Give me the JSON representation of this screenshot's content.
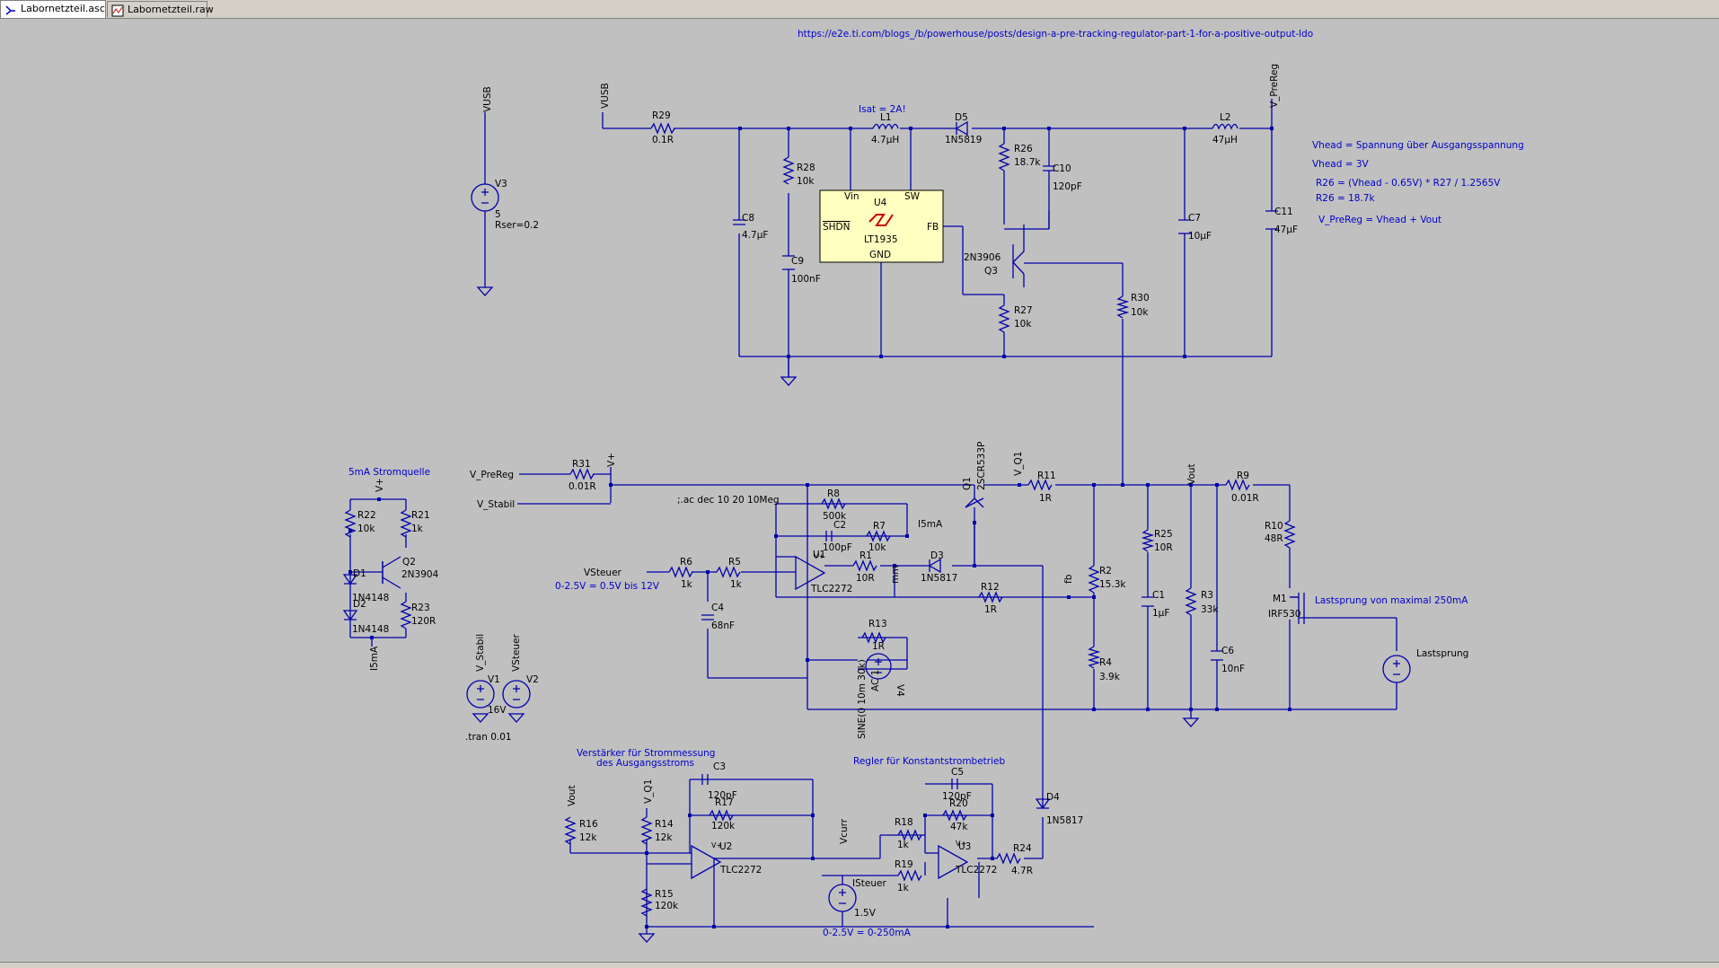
{
  "tabs": [
    {
      "label": "Labornetzteil.asc",
      "icon": "schematic-icon",
      "active": true
    },
    {
      "label": "Labornetzteil.raw",
      "icon": "waveform-icon",
      "active": false
    }
  ],
  "labels": {
    "url": "https://e2e.ti.com/blogs_/b/powerhouse/posts/design-a-pre-tracking-regulator-part-1-for-a-positive-output-ldo",
    "isat": "Isat = 2A!",
    "vhead_desc": "Vhead = Spannung über Ausgangsspannung",
    "vhead": "Vhead = 3V",
    "r26_formula": "R26 = (Vhead - 0.65V) * R27  / 1.2565V",
    "r26_val": "R26 = 18.7k",
    "vprereg_formula": "V_PreReg = Vhead + Vout",
    "stromquelle": "5mA Stromquelle",
    "vsteuer_range": "0-2.5V = 0.5V bis 12V",
    "lastsprung": "Lastsprung von maximal 250mA",
    "verstaerker1": "Verstärker für Strommessung",
    "verstaerker2": "des Ausgangsstroms",
    "regler": "Regler für Konstantstrombetrieb",
    "isteuer_range": "0-2.5V = 0-250mA",
    "ac_directive": ";.ac dec 10 20 10Meg",
    "tran_directive": ".tran 0.01"
  },
  "nets": {
    "vusb": "VUSB",
    "vusb2": "VUSB",
    "vprereg_top": "V_PreReg",
    "vprereg": "V_PreReg",
    "vstabil": "V_Stabil",
    "vplus": "V+",
    "vplus2": "V+",
    "vplus3": "V+",
    "vplus4": "V+",
    "vplus5": "V+",
    "vq1": "V_Q1",
    "vq1b": "V_Q1",
    "vout": "Vout",
    "vout2": "Vout",
    "vsteuer": "VSteuer",
    "vsteuer2": "VSteuer",
    "vstabil2": "V_Stabil",
    "i5ma": "I5mA",
    "i5ma2": "I5mA",
    "fb": "fb",
    "mm": "mm",
    "vcurr": "Vcurr",
    "isteuer": "ISteuer"
  },
  "components": {
    "v3": {
      "name": "V3",
      "value": "5",
      "param": "Rser=0.2"
    },
    "r29": {
      "name": "R29",
      "value": "0.1R"
    },
    "l1": {
      "name": "L1",
      "value": "4.7µH"
    },
    "d5": {
      "name": "D5",
      "value": "1N5819"
    },
    "l2": {
      "name": "L2",
      "value": "47µH"
    },
    "r28": {
      "name": "R28",
      "value": "10k"
    },
    "c8": {
      "name": "C8",
      "value": "4.7µF"
    },
    "c9": {
      "name": "C9",
      "value": "100nF"
    },
    "u4": {
      "name": "U4",
      "part": "LT1935",
      "vin": "Vin",
      "sw": "SW",
      "shdn": "SHDN",
      "fb": "FB",
      "gnd": "GND"
    },
    "r26": {
      "name": "R26",
      "value": "18.7k"
    },
    "c10": {
      "name": "C10",
      "value": "120pF"
    },
    "q3": {
      "name": "Q3",
      "value": "2N3906"
    },
    "r27": {
      "name": "R27",
      "value": "10k"
    },
    "r30": {
      "name": "R30",
      "value": "10k"
    },
    "c7": {
      "name": "C7",
      "value": "10µF"
    },
    "c11": {
      "name": "C11",
      "value": "47µF"
    },
    "r31": {
      "name": "R31",
      "value": "0.01R"
    },
    "q1": {
      "name": "Q1",
      "value": "2SCR533P"
    },
    "r11": {
      "name": "R11",
      "value": "1R"
    },
    "r9": {
      "name": "R9",
      "value": "0.01R"
    },
    "r10": {
      "name": "R10",
      "value": "48R"
    },
    "m1": {
      "name": "M1",
      "value": "IRF530"
    },
    "lastsprung": {
      "name": "Lastsprung"
    },
    "r8": {
      "name": "R8",
      "value": "500k"
    },
    "c2": {
      "name": "C2",
      "value": "100pF"
    },
    "r7": {
      "name": "R7",
      "value": "10k"
    },
    "r1": {
      "name": "R1",
      "value": "10R"
    },
    "d3": {
      "name": "D3",
      "value": "1N5817"
    },
    "r12": {
      "name": "R12",
      "value": "1R"
    },
    "r2": {
      "name": "R2",
      "value": "15.3k"
    },
    "r4": {
      "name": "R4",
      "value": "3.9k"
    },
    "r25": {
      "name": "R25",
      "value": "10R"
    },
    "c1": {
      "name": "C1",
      "value": "1µF"
    },
    "r3": {
      "name": "R3",
      "value": "33k"
    },
    "c6": {
      "name": "C6",
      "value": "10nF"
    },
    "u1": {
      "name": "U1",
      "value": "TLC2272"
    },
    "r6": {
      "name": "R6",
      "value": "1k"
    },
    "r5": {
      "name": "R5",
      "value": "1k"
    },
    "c4": {
      "name": "C4",
      "value": "68nF"
    },
    "r13": {
      "name": "R13",
      "value": "1R"
    },
    "v4": {
      "name": "V4",
      "value": "AC 1",
      "param": "SINE(0 10m 30k)"
    },
    "r22": {
      "name": "R22",
      "value": "10k"
    },
    "r21": {
      "name": "R21",
      "value": "1k"
    },
    "q2": {
      "name": "Q2",
      "value": "2N3904"
    },
    "d1": {
      "name": "D1",
      "value": "1N4148"
    },
    "d2": {
      "name": "D2",
      "value": "1N4148"
    },
    "r23": {
      "name": "R23",
      "value": "120R"
    },
    "v1": {
      "name": "V1",
      "value": "16V"
    },
    "v2": {
      "name": "V2"
    },
    "c3": {
      "name": "C3",
      "value": "120pF"
    },
    "r17": {
      "name": "R17",
      "value": "120k"
    },
    "r16": {
      "name": "R16",
      "value": "12k"
    },
    "r14": {
      "name": "R14",
      "value": "12k"
    },
    "u2": {
      "name": "U2",
      "value": "TLC2272"
    },
    "r15": {
      "name": "R15",
      "value": "120k"
    },
    "c5": {
      "name": "C5",
      "value": "120pF"
    },
    "r20": {
      "name": "R20",
      "value": "47k"
    },
    "r18": {
      "name": "R18",
      "value": "1k"
    },
    "r19": {
      "name": "R19",
      "value": "1k"
    },
    "u3": {
      "name": "U3",
      "value": "TLC2272"
    },
    "r24": {
      "name": "R24",
      "value": "4.7R"
    },
    "d4": {
      "name": "D4",
      "value": "1N5817"
    },
    "isteuer_src": {
      "value": "1.5V"
    }
  },
  "colors": {
    "wire": "#0000aa",
    "label": "#0000cc",
    "background": "#c0c0c0",
    "ic_fill": "#ffffc0"
  }
}
